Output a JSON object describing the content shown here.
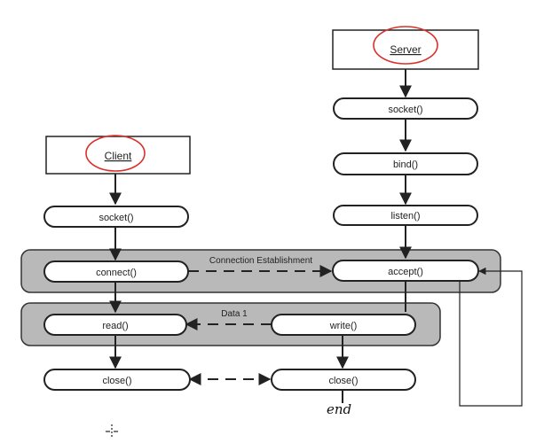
{
  "headers": {
    "client": "Client",
    "server": "Server"
  },
  "bands": {
    "connection": "Connection Establishment",
    "data": "Data 1"
  },
  "client_calls": {
    "socket": "socket()",
    "connect": "connect()",
    "read": "read()",
    "close": "close()"
  },
  "server_calls": {
    "socket": "socket()",
    "bind": "bind()",
    "listen": "listen()",
    "accept": "accept()",
    "write": "write()",
    "close": "close()"
  },
  "annotation": {
    "end": "end"
  },
  "colors": {
    "highlight": "#d9302a",
    "band_fill": "#b9b9b9"
  }
}
